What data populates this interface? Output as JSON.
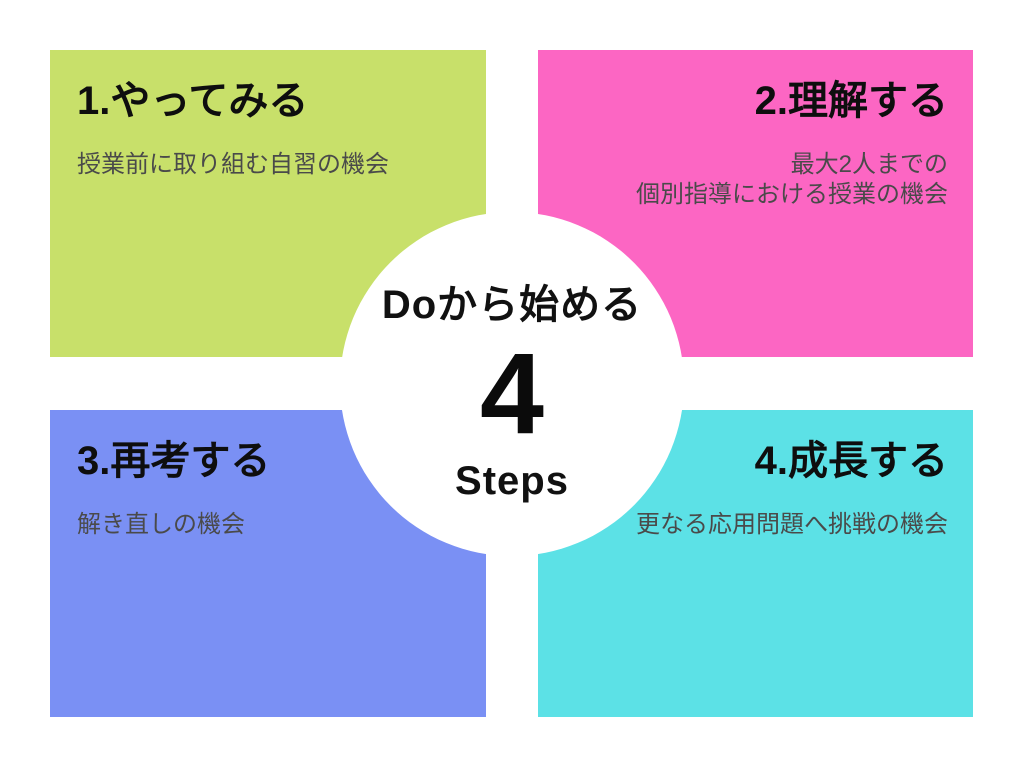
{
  "center": {
    "title": "Doから始める",
    "number": "4",
    "label": "Steps"
  },
  "quadrants": [
    {
      "id": "step-1",
      "heading": "1.やってみる",
      "subtitle": "授業前に取り組む自習の機会",
      "color": "#c8e06a",
      "align": "left"
    },
    {
      "id": "step-2",
      "heading": "2.理解する",
      "subtitle": "最大2人までの\n個別指導における授業の機会",
      "color": "#fc66c3",
      "align": "right"
    },
    {
      "id": "step-3",
      "heading": "3.再考する",
      "subtitle": "解き直しの機会",
      "color": "#7a90f4",
      "align": "left"
    },
    {
      "id": "step-4",
      "heading": "4.成長する",
      "subtitle": "更なる応用問題へ挑戦の機会",
      "color": "#5ce1e6",
      "align": "right"
    }
  ],
  "colors": {
    "background": "#ffffff",
    "circle": "#ffffff",
    "heading_text": "#0e0e0e",
    "subtitle_text": "#4a4a4a",
    "center_text": "#0b0b0b"
  }
}
